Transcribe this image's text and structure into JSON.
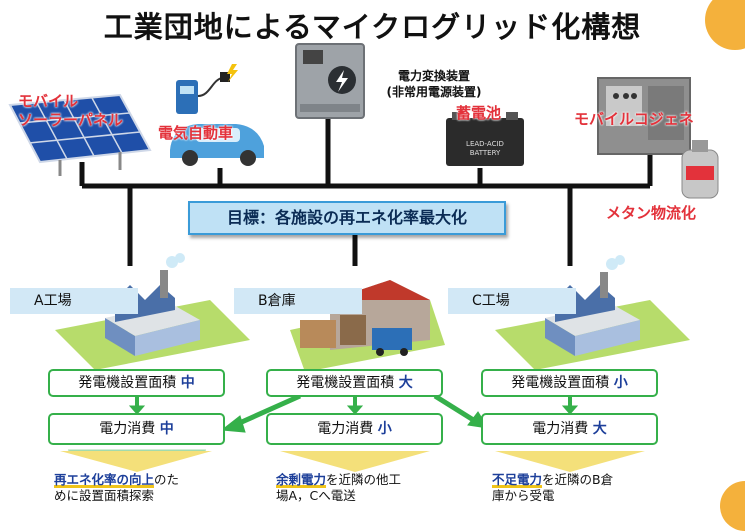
{
  "title": "工業団地によるマイクログリッド化構想",
  "devices": {
    "solar": "モバイル\nソーラーパネル",
    "ev": "電気自動車",
    "converter": "電力変換装置\n(非常用電源装置)",
    "battery": "蓄電池",
    "battery_text": "LEAD-ACID\nBATTERY",
    "cogen": "モバイルコジェネ",
    "methane": "メタン物流化"
  },
  "goal": "目標：各施設の再エネ化率最大化",
  "facilities": [
    {
      "name": "A工場",
      "area_label": "発電機設置面積",
      "area_value": "中",
      "consumption_label": "電力消費",
      "consumption_value": "中",
      "note_highlight": "再エネ化率の向上",
      "note_rest_line1": "のた",
      "note_line2": "めに設置面積探索"
    },
    {
      "name": "B倉庫",
      "area_label": "発電機設置面積",
      "area_value": "大",
      "consumption_label": "電力消費",
      "consumption_value": "小",
      "note_highlight": "余剰電力",
      "note_rest_line1": "を近隣の他工",
      "note_line2": "場A，Cへ電送"
    },
    {
      "name": "C工場",
      "area_label": "発電機設置面積",
      "area_value": "小",
      "consumption_label": "電力消費",
      "consumption_value": "大",
      "note_highlight": "不足電力",
      "note_rest_line1": "を近隣のB倉",
      "note_line2": "庫から受電"
    }
  ],
  "colors": {
    "bus": "#111111",
    "green": "#35b04a",
    "goal_fill": "#bfe1f5",
    "red_label": "#e3323b",
    "accent_blue": "#1d3f9a"
  }
}
